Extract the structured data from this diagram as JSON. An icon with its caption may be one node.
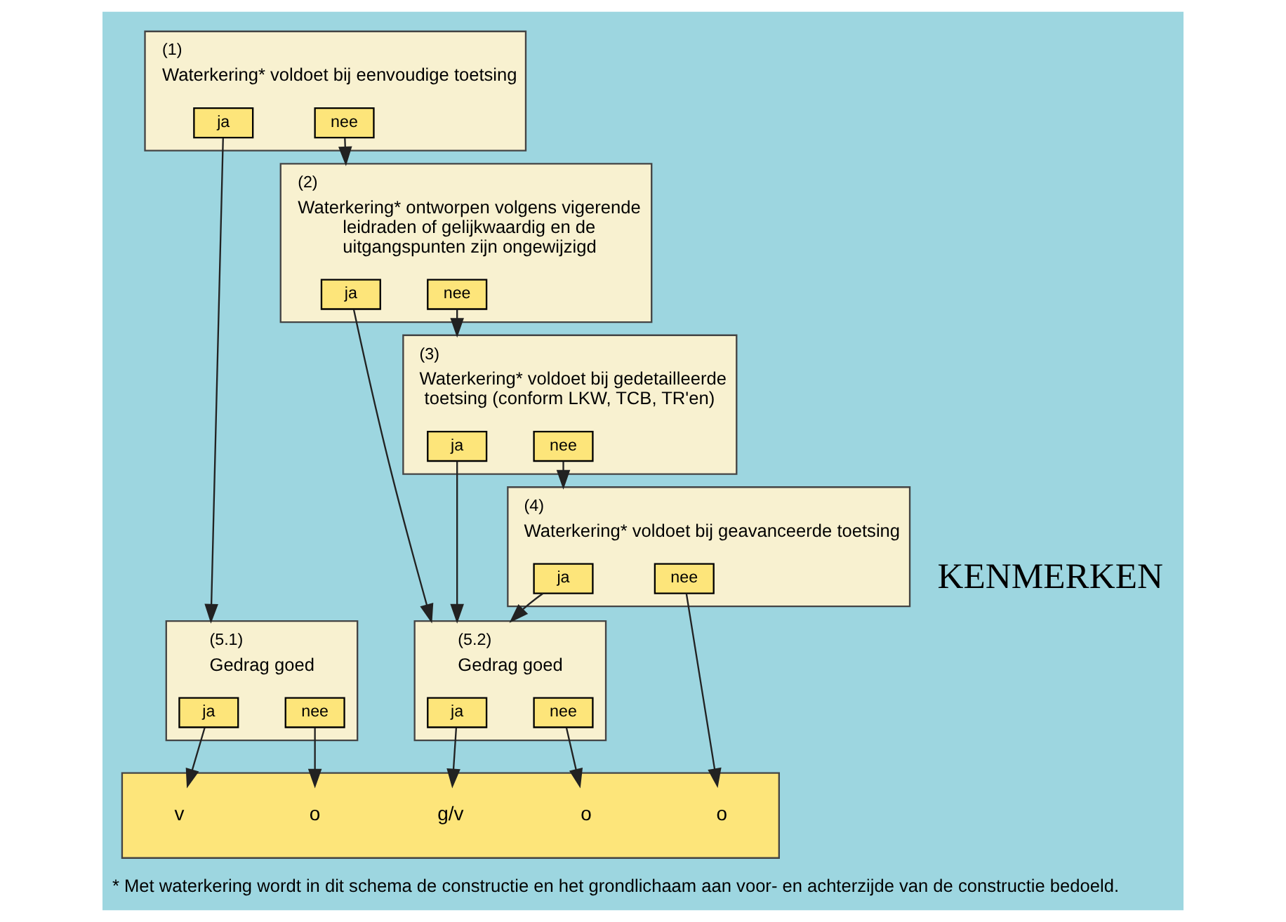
{
  "diagram": {
    "caption": "* Met waterkering wordt in dit schema de constructie en het grondlichaam aan voor- en achterzijde van de constructie bedoeld.",
    "nodes": [
      {
        "text": [
          "Waterkering* voldoet bij eenvoudige toetsing"
        ],
        "beside": [
          "(1)"
        ]
      },
      {
        "text": [
          "ja"
        ],
        "in": 0
      },
      {
        "text": [
          "nee"
        ],
        "in": 0
      },
      {
        "text": [
          "Waterkering* ontworpen volgens vigerende leidraden of gelijkwaardig en de uitgangspunten zijn ongewijzigd"
        ],
        "beside": [
          "(2)"
        ]
      },
      {
        "text": [
          "ja"
        ],
        "in": 3
      },
      {
        "text": [
          "nee"
        ],
        "in": 3
      },
      {
        "text": [
          "Waterkering* voldoet bij gedetailleerde toetsing (conform LKW, TCB, TR'en)"
        ],
        "beside": [
          "(3)"
        ]
      },
      {
        "text": [
          "ja"
        ],
        "in": 6
      },
      {
        "text": [
          "nee"
        ],
        "in": 6
      },
      {
        "text": [
          "Waterkering* voldoet bij geavanceerde toetsing"
        ],
        "beside": [
          "(4)"
        ]
      },
      {
        "text": [
          "ja"
        ],
        "in": 9
      },
      {
        "text": [
          "nee"
        ],
        "in": 9
      },
      {
        "text": [
          "Gedrag goed"
        ],
        "beside": [
          "(5.1)"
        ]
      },
      {
        "text": [
          "ja"
        ],
        "in": 12
      },
      {
        "text": [
          "nee"
        ],
        "in": 12
      },
      {
        "text": [
          "Gedrag goed"
        ],
        "beside": [
          "(5.2)"
        ]
      },
      {
        "text": [
          "ja"
        ],
        "in": 15
      },
      {
        "text": [
          "nee"
        ],
        "in": 15
      },
      {
        "text": [],
        "shape": "bar"
      },
      {
        "text": [
          "v"
        ],
        "in": 18
      },
      {
        "text": [
          "o"
        ],
        "in": 18
      },
      {
        "text": [
          "g/v"
        ],
        "in": 18
      },
      {
        "text": [
          "o"
        ],
        "in": 18
      },
      {
        "text": [
          "o"
        ],
        "in": 18
      }
    ],
    "edges": [
      {
        "from": 2,
        "to": 3,
        "arrow": "to"
      },
      {
        "from": 1,
        "to": 12,
        "arrow": "to"
      },
      {
        "from": 5,
        "to": 6,
        "arrow": "to"
      },
      {
        "from": 4,
        "to": 15,
        "arrow": "to"
      },
      {
        "from": 8,
        "to": 9,
        "arrow": "to"
      },
      {
        "from": 7,
        "to": 15,
        "arrow": "to"
      },
      {
        "from": 10,
        "to": 15,
        "arrow": "to"
      },
      {
        "from": 13,
        "to": 19,
        "arrow": "to"
      },
      {
        "from": 14,
        "to": 20,
        "arrow": "to"
      },
      {
        "from": 16,
        "to": 21,
        "arrow": "to"
      },
      {
        "from": 17,
        "to": 22,
        "arrow": "to"
      },
      {
        "from": 11,
        "to": 23,
        "arrow": "to"
      }
    ],
    "labels": [
      "KENMERKEN"
    ]
  }
}
